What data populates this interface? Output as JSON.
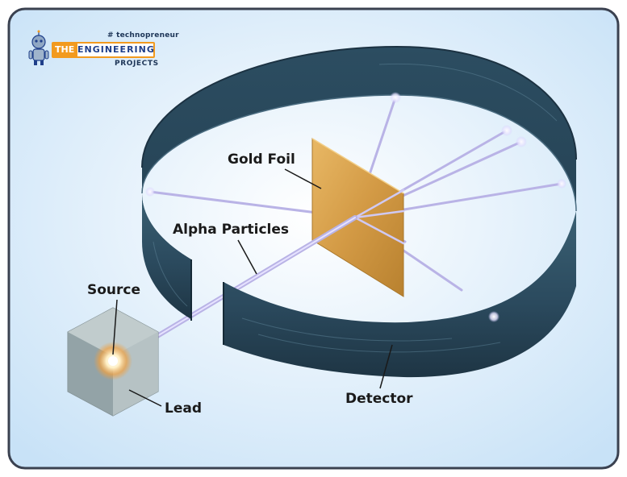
{
  "logo": {
    "tagline": "# technopreneur",
    "the": "THE",
    "name": "ENGINEERING",
    "sub": "PROJECTS"
  },
  "labels": {
    "gold_foil": "Gold Foil",
    "alpha_particles": "Alpha Particles",
    "source": "Source",
    "lead": "Lead",
    "detector": "Detector"
  },
  "colors": {
    "frame_border": "#3a4150",
    "detector_band": "#2b4a5e",
    "gold_foil": "#d6a24e",
    "beam": "#b9b3e6",
    "lead_block": "#a9b6b8",
    "logo_orange": "#f29a1f",
    "logo_blue": "#1f3f8a"
  }
}
